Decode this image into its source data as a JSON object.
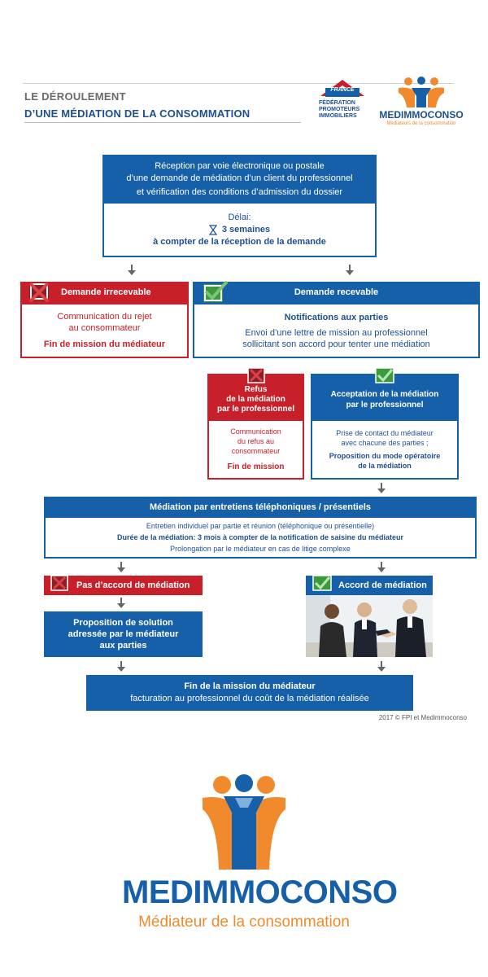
{
  "header": {
    "title_line1": "LE DÉROULEMENT",
    "title_line2": "D’UNE MÉDIATION DE LA CONSOMMATION",
    "fpi_logo": {
      "top": "FRANCE",
      "line1": "FÉDÉRATION",
      "line2": "PROMOTEURS",
      "line3": "IMMOBILIERS"
    },
    "medimmo_logo": {
      "name": "MEDIMMOCONSO",
      "tagline": "Médiateurs de la consommation"
    }
  },
  "step1": {
    "title_line1": "Réception par voie électronique ou postale",
    "title_line2": "d’une demande de médiation d’un client du professionnel",
    "title_line3": "et vérification des conditions d’admission du dossier",
    "delay_label": "Délai:",
    "delay_value": "3 semaines",
    "delay_detail": "à compter de la réception de la demande"
  },
  "irrecevable": {
    "title": "Demande irrecevable",
    "line1": "Communication du rejet",
    "line2": "au consommateur",
    "end": "Fin de mission du médiateur"
  },
  "recevable": {
    "title": "Demande recevable",
    "notif": "Notifications aux parties",
    "line1": "Envoi d’une lettre de mission au professionnel",
    "line2": "sollicitant son accord pour tenter une médiation"
  },
  "refus": {
    "title_line1": "Refus",
    "title_line2": "de la médiation",
    "title_line3": "par le professionnel",
    "line1": "Communication",
    "line2": "du refus au",
    "line3": "consommateur",
    "end": "Fin de mission"
  },
  "acceptation": {
    "title_line1": "Acceptation de la médiation",
    "title_line2": "par le professionnel",
    "line1": "Prise de contact du médiateur",
    "line2": "avec chacune des parties ;",
    "bold1": "Proposition du mode opératoire",
    "bold2": "de la médiation"
  },
  "mediation": {
    "title": "Médiation par entretiens téléphoniques / présentiels",
    "line1": "Entretien individuel par partie et réunion (téléphonique ou présentielle)",
    "line2": "Durée de la médiation: 3 mois à compter de la notification de saisine du médiateur",
    "line3": "Prolongation par le médiateur en cas de litige complexe"
  },
  "pas_accord": {
    "title": "Pas d’accord de médiation"
  },
  "accord": {
    "title": "Accord de médiation"
  },
  "proposition": {
    "line1": "Proposition de solution",
    "line2": "adressée par le médiateur",
    "line3": "aux parties"
  },
  "fin": {
    "line1": "Fin de la mission du médiateur",
    "line2": "facturation au professionnel du coût de la médiation réalisée"
  },
  "copyright": "2017 © FPI et Medimmoconso",
  "big_logo": {
    "name": "MEDIMMOCONSO",
    "tagline": "Médiateur de la consommation"
  },
  "colors": {
    "blue": "#1660aa",
    "red": "#c8202a",
    "green": "#3c9a3c",
    "orange": "#f08a2c"
  }
}
